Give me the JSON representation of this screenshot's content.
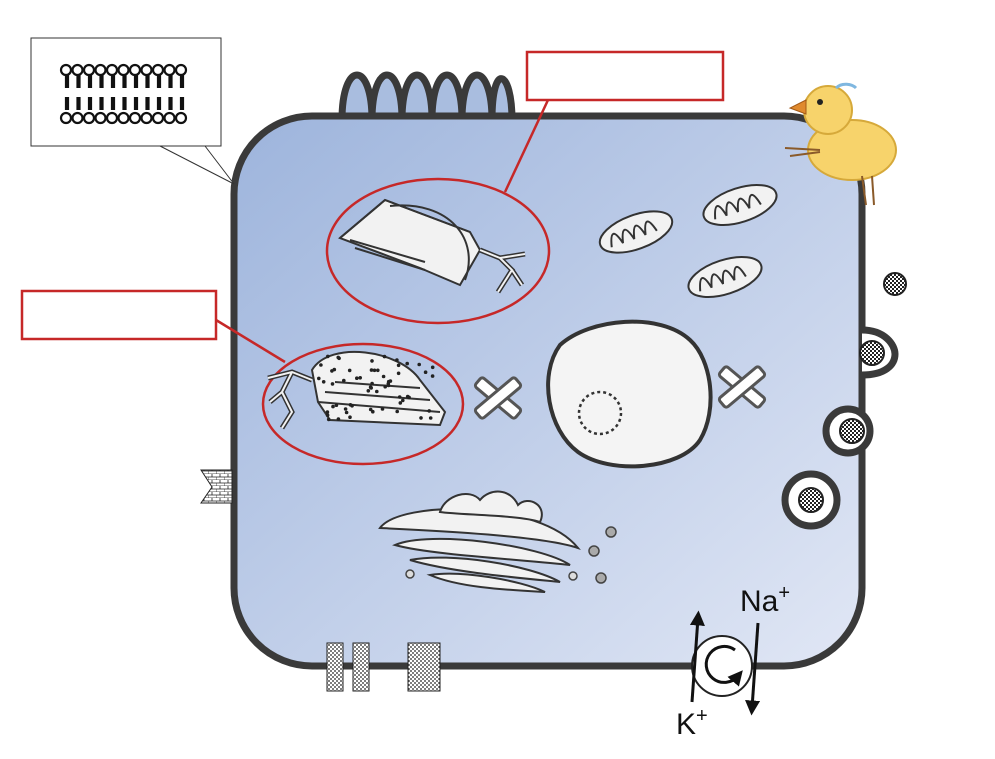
{
  "diagram": {
    "subject": "animal cell",
    "colors": {
      "cytoplasm_light": "#d8e1f2",
      "cytoplasm_dark": "#9db4dc",
      "membrane": "#3a3a3a",
      "highlight": "#c62828",
      "organelle_fill": "#f2f2f2"
    },
    "label_boxes": [
      {
        "id": "label-box-smooth-er",
        "text": ""
      },
      {
        "id": "label-box-rough-er",
        "text": ""
      }
    ],
    "callout": {
      "content": "phospholipid-bilayer-icon"
    },
    "pump": {
      "ion_out": "Na",
      "ion_out_charge": "+",
      "ion_in": "K",
      "ion_in_charge": "+"
    },
    "icons": [
      "duck-icon",
      "cilia-icon",
      "mitochondrion-icon",
      "nucleus-icon",
      "centriole-icon",
      "golgi-icon",
      "vesicle-icon",
      "channel-protein-icon",
      "desmosome-icon",
      "pump-icon"
    ]
  }
}
